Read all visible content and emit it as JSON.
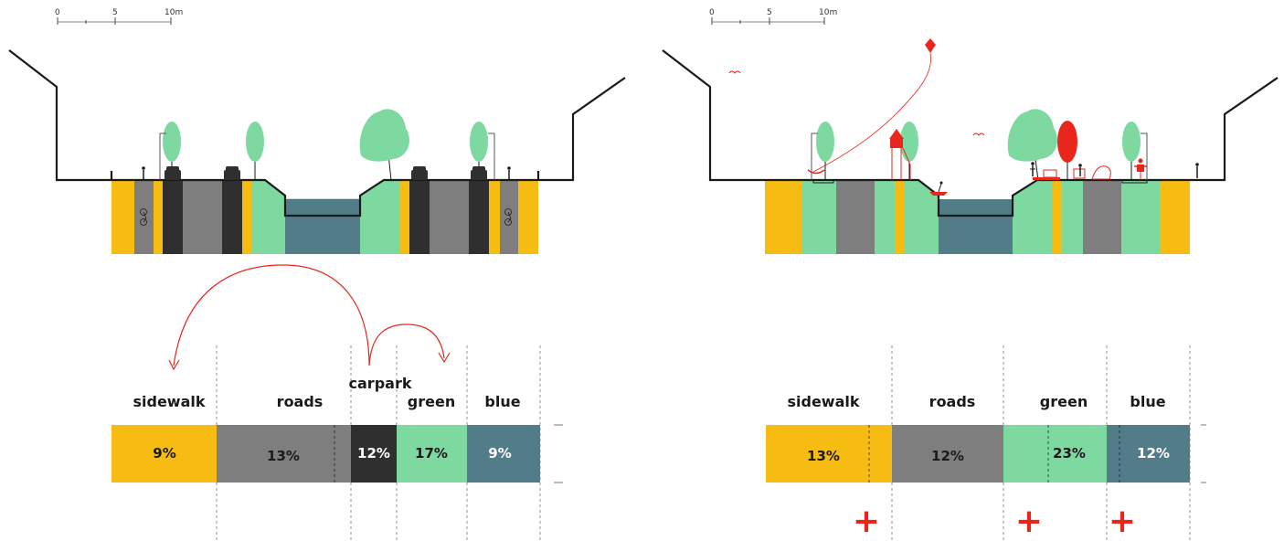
{
  "colors": {
    "sidewalk": "#F7BC12",
    "roads": "#7E7E7E",
    "carpark": "#2F2F2F",
    "green": "#7ED9A0",
    "blue": "#517C88",
    "accent_red": "#E8261C",
    "line": "#1a1a1a"
  },
  "scale_bar": {
    "labels": [
      "0",
      "5",
      "10m"
    ]
  },
  "panels": [
    {
      "id": "before",
      "section_layers": [
        "sidewalk",
        "roads",
        "sidewalk",
        "carpark",
        "roads",
        "carpark",
        "sidewalk",
        "green",
        "blue",
        "green",
        "sidewalk",
        "carpark",
        "roads",
        "carpark",
        "sidewalk",
        "roads",
        "sidewalk"
      ],
      "categories": [
        {
          "key": "sidewalk",
          "label": "sidewalk",
          "value": "9%"
        },
        {
          "key": "roads",
          "label": "roads",
          "value": "13%"
        },
        {
          "key": "carpark",
          "label": "carpark",
          "value": "12%"
        },
        {
          "key": "green",
          "label": "green",
          "value": "17%"
        },
        {
          "key": "blue",
          "label": "blue",
          "value": "9%"
        }
      ]
    },
    {
      "id": "after",
      "section_layers": [
        "sidewalk",
        "green",
        "roads",
        "green",
        "sidewalk",
        "green",
        "blue",
        "green",
        "sidewalk",
        "green",
        "roads",
        "green",
        "sidewalk"
      ],
      "categories": [
        {
          "key": "sidewalk",
          "label": "sidewalk",
          "value": "13%",
          "increase": "+"
        },
        {
          "key": "roads",
          "label": "roads",
          "value": "12%"
        },
        {
          "key": "green",
          "label": "green",
          "value": "23%",
          "increase": "+"
        },
        {
          "key": "blue",
          "label": "blue",
          "value": "12%",
          "increase": "+"
        }
      ]
    }
  ],
  "icons": [
    "tree-icon",
    "car-icon",
    "bicycle-icon",
    "pedestrian-icon",
    "kite-icon",
    "bird-icon",
    "playground-slide-icon",
    "boat-icon",
    "bench-icon",
    "arrow-icon"
  ]
}
